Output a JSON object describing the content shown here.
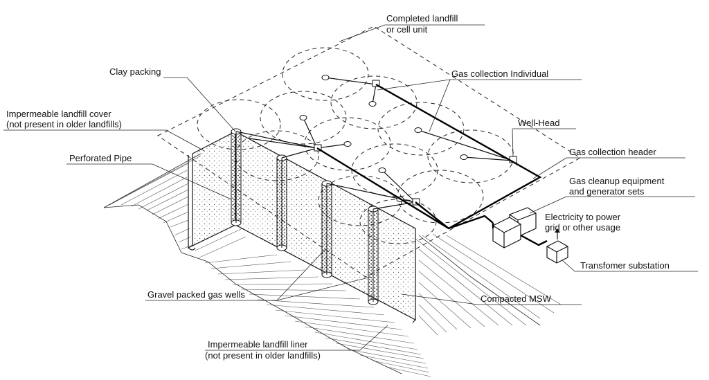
{
  "labels": {
    "completed_landfill_1": "Completed landfill",
    "completed_landfill_2": "or cell unit",
    "clay_packing": "Clay packing",
    "gas_collection_individual": "Gas collection Individual",
    "cover_1": "Impermeable landfill cover",
    "cover_2": "(not present in older landfills)",
    "well_head": "Well-Head",
    "perforated_pipe": "Perforated Pipe",
    "gas_collection_header": "Gas collection header",
    "cleanup_1": "Gas cleanup equipment",
    "cleanup_2": "and generator sets",
    "electricity_1": "Electricity to power",
    "electricity_2": "grid or other usage",
    "transformer": "Transfomer substation",
    "gravel_wells": "Gravel packed gas wells",
    "compacted_msw": "Compacted MSW",
    "liner_1": "Impermeable landfill liner",
    "liner_2": "(not present in older landfills)"
  },
  "colors": {
    "line": "#111111",
    "background": "#ffffff"
  }
}
